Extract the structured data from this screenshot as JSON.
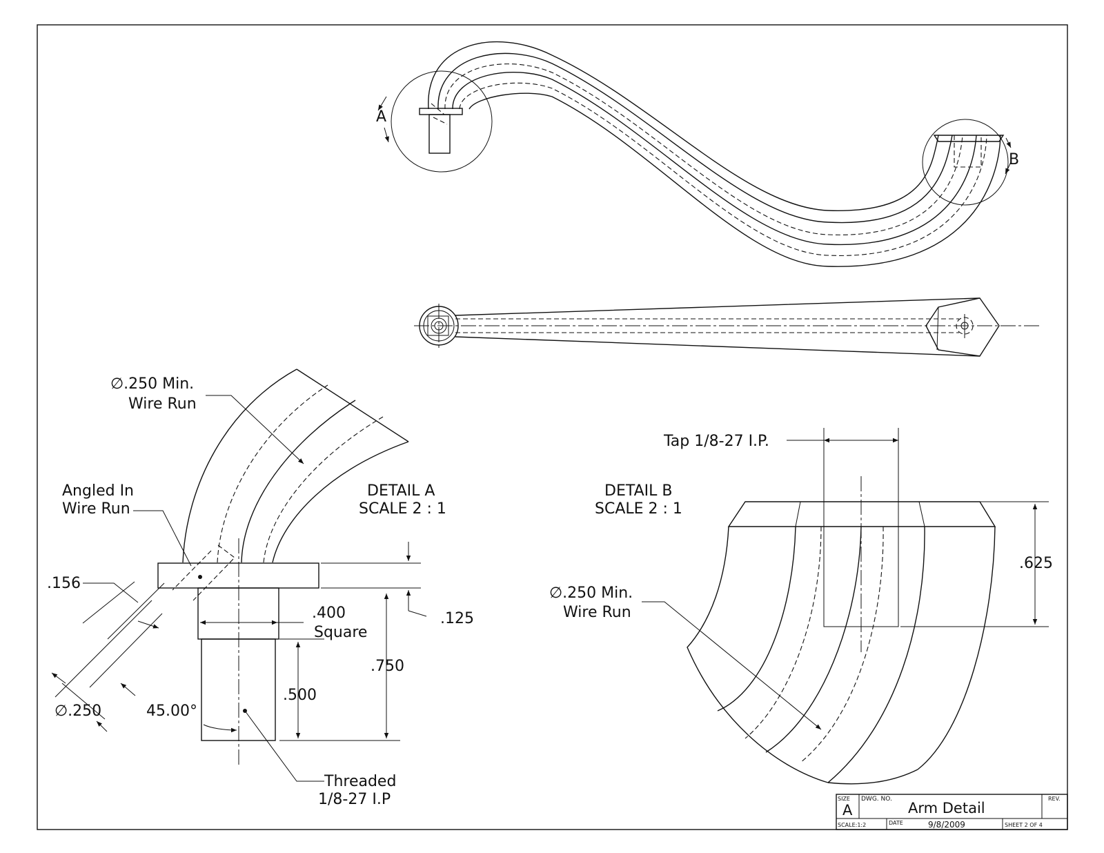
{
  "views": {
    "detail_a_marker": "A",
    "detail_b_marker": "B"
  },
  "detail_a": {
    "title": "DETAIL A",
    "scale": "SCALE 2 : 1",
    "wire_run_diameter_line1": "∅.250 Min.",
    "wire_run_diameter_line2": "Wire Run",
    "angled_line1": "Angled In",
    "angled_line2": "Wire Run",
    "dim_156": ".156",
    "dim_250": "∅.250",
    "dim_angle": "45.00°",
    "dim_400_line1": ".400",
    "dim_400_line2": "Square",
    "dim_125": ".125",
    "dim_750": ".750",
    "dim_500": ".500",
    "threaded_line1": "Threaded",
    "threaded_line2": "1/8-27 I.P"
  },
  "detail_b": {
    "title": "DETAIL B",
    "scale": "SCALE 2 : 1",
    "tap": "Tap 1/8-27 I.P.",
    "dim_625": ".625",
    "wire_run_diameter_line1": "∅.250 Min.",
    "wire_run_diameter_line2": "Wire Run"
  },
  "title_block": {
    "size_label": "SIZE",
    "size_value": "A",
    "dwg_no_label": "DWG.  NO.",
    "title": "Arm Detail",
    "rev_label": "REV.",
    "scale": "SCALE:1:2",
    "date_label": "DATE",
    "date_value": "9/8/2009",
    "sheet": "SHEET 2 OF 4"
  }
}
